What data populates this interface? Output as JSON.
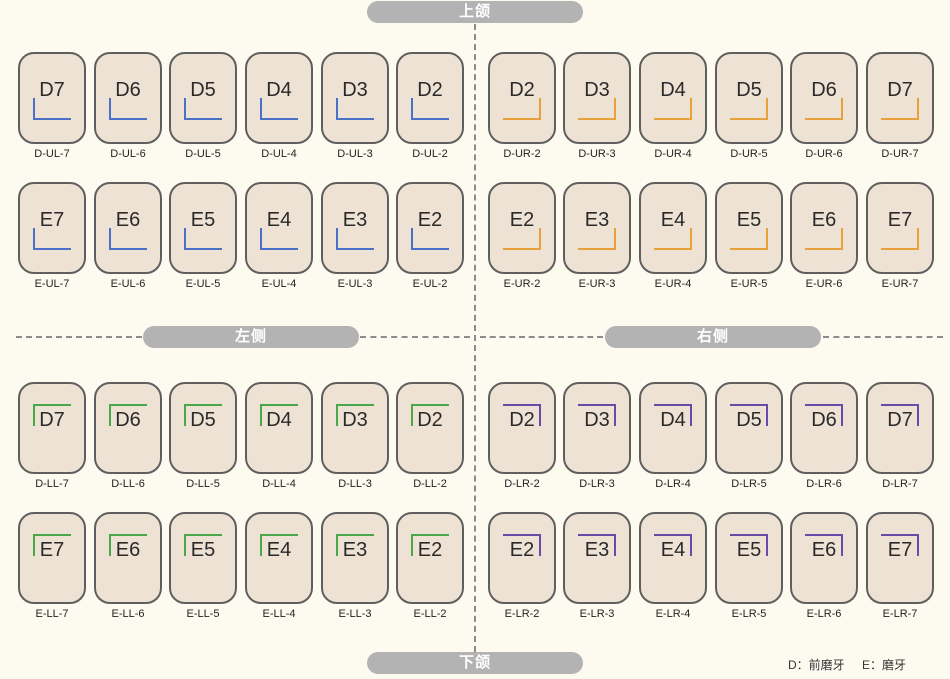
{
  "sections": {
    "upper_jaw": "上颌",
    "lower_jaw": "下颌",
    "left_side": "左侧",
    "right_side": "右侧"
  },
  "legend": {
    "d": "D：前磨牙",
    "e": "E：磨牙"
  },
  "colors": {
    "upper_left": "#4a70c8",
    "upper_right": "#e8a13a",
    "lower_left": "#4aa84a",
    "lower_right": "#6a4aa8"
  },
  "quadrants": {
    "upper_left": {
      "rows": [
        {
          "teeth": [
            {
              "label": "D7",
              "caption": "D-UL-7"
            },
            {
              "label": "D6",
              "caption": "D-UL-6"
            },
            {
              "label": "D5",
              "caption": "D-UL-5"
            },
            {
              "label": "D4",
              "caption": "D-UL-4"
            },
            {
              "label": "D3",
              "caption": "D-UL-3"
            },
            {
              "label": "D2",
              "caption": "D-UL-2"
            }
          ]
        },
        {
          "teeth": [
            {
              "label": "E7",
              "caption": "E-UL-7"
            },
            {
              "label": "E6",
              "caption": "E-UL-6"
            },
            {
              "label": "E5",
              "caption": "E-UL-5"
            },
            {
              "label": "E4",
              "caption": "E-UL-4"
            },
            {
              "label": "E3",
              "caption": "E-UL-3"
            },
            {
              "label": "E2",
              "caption": "E-UL-2"
            }
          ]
        }
      ]
    },
    "upper_right": {
      "rows": [
        {
          "teeth": [
            {
              "label": "D2",
              "caption": "D-UR-2"
            },
            {
              "label": "D3",
              "caption": "D-UR-3"
            },
            {
              "label": "D4",
              "caption": "D-UR-4"
            },
            {
              "label": "D5",
              "caption": "D-UR-5"
            },
            {
              "label": "D6",
              "caption": "D-UR-6"
            },
            {
              "label": "D7",
              "caption": "D-UR-7"
            }
          ]
        },
        {
          "teeth": [
            {
              "label": "E2",
              "caption": "E-UR-2"
            },
            {
              "label": "E3",
              "caption": "E-UR-3"
            },
            {
              "label": "E4",
              "caption": "E-UR-4"
            },
            {
              "label": "E5",
              "caption": "E-UR-5"
            },
            {
              "label": "E6",
              "caption": "E-UR-6"
            },
            {
              "label": "E7",
              "caption": "E-UR-7"
            }
          ]
        }
      ]
    },
    "lower_left": {
      "rows": [
        {
          "teeth": [
            {
              "label": "D7",
              "caption": "D-LL-7"
            },
            {
              "label": "D6",
              "caption": "D-LL-6"
            },
            {
              "label": "D5",
              "caption": "D-LL-5"
            },
            {
              "label": "D4",
              "caption": "D-LL-4"
            },
            {
              "label": "D3",
              "caption": "D-LL-3"
            },
            {
              "label": "D2",
              "caption": "D-LL-2"
            }
          ]
        },
        {
          "teeth": [
            {
              "label": "E7",
              "caption": "E-LL-7"
            },
            {
              "label": "E6",
              "caption": "E-LL-6"
            },
            {
              "label": "E5",
              "caption": "E-LL-5"
            },
            {
              "label": "E4",
              "caption": "E-LL-4"
            },
            {
              "label": "E3",
              "caption": "E-LL-3"
            },
            {
              "label": "E2",
              "caption": "E-LL-2"
            }
          ]
        }
      ]
    },
    "lower_right": {
      "rows": [
        {
          "teeth": [
            {
              "label": "D2",
              "caption": "D-LR-2"
            },
            {
              "label": "D3",
              "caption": "D-LR-3"
            },
            {
              "label": "D4",
              "caption": "D-LR-4"
            },
            {
              "label": "D5",
              "caption": "D-LR-5"
            },
            {
              "label": "D6",
              "caption": "D-LR-6"
            },
            {
              "label": "D7",
              "caption": "D-LR-7"
            }
          ]
        },
        {
          "teeth": [
            {
              "label": "E2",
              "caption": "E-LR-2"
            },
            {
              "label": "E3",
              "caption": "E-LR-3"
            },
            {
              "label": "E4",
              "caption": "E-LR-4"
            },
            {
              "label": "E5",
              "caption": "E-LR-5"
            },
            {
              "label": "E6",
              "caption": "E-LR-6"
            },
            {
              "label": "E7",
              "caption": "E-LR-7"
            }
          ]
        }
      ]
    }
  }
}
